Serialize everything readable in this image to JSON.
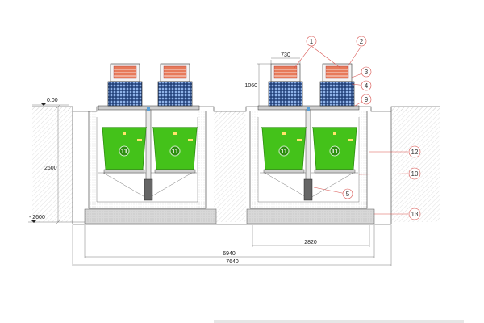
{
  "levels": {
    "top": "0.00",
    "bottom": "- 2600"
  },
  "dimensions": {
    "depth": "2600",
    "unit_width": "730",
    "unit_height": "1060",
    "pit_width": "2820",
    "inner_length": "6940",
    "outer_length": "7640"
  },
  "callouts": [
    "1",
    "2",
    "3",
    "4",
    "5",
    "9",
    "10",
    "12",
    "13"
  ],
  "bin_label": "11",
  "colors": {
    "bin_fill": "#44c21a",
    "bin_dark": "#2e8f10",
    "leader_red": "#d9534f",
    "slab": "#d8d8d8",
    "grid_blue": "#1c3a72"
  }
}
